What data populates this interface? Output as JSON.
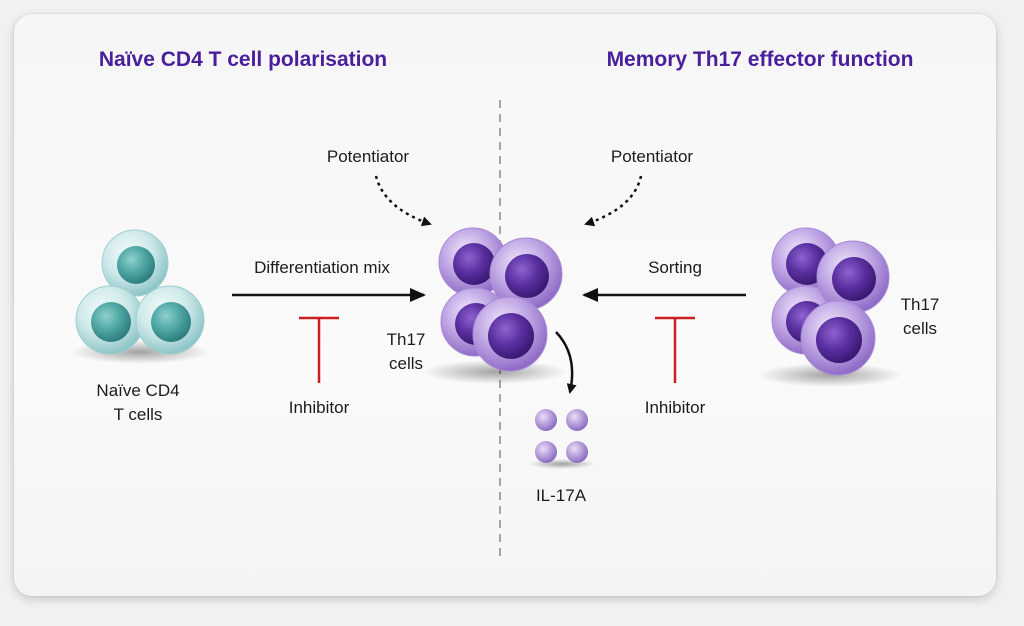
{
  "left_panel": {
    "title": "Naïve CD4 T cell polarisation",
    "naive_label_line1": "Naïve CD4",
    "naive_label_line2": "T cells",
    "arrow_label": "Differentiation mix",
    "potentiator_label": "Potentiator",
    "inhibitor_label": "Inhibitor",
    "th17_label_line1": "Th17",
    "th17_label_line2": "cells"
  },
  "right_panel": {
    "title": "Memory Th17 effector function",
    "potentiator_label": "Potentiator",
    "arrow_label": "Sorting",
    "inhibitor_label": "Inhibitor",
    "th17_label_line1": "Th17",
    "th17_label_line2": "cells"
  },
  "center": {
    "cytokine_label": "IL-17A"
  },
  "colors": {
    "title": "#4a1f9c",
    "inhibitor": "#cc1f1f",
    "naive_cell": "#5fb0ac",
    "th17_cell": "#5a2fa0",
    "cytokine": "#b39ad8"
  }
}
